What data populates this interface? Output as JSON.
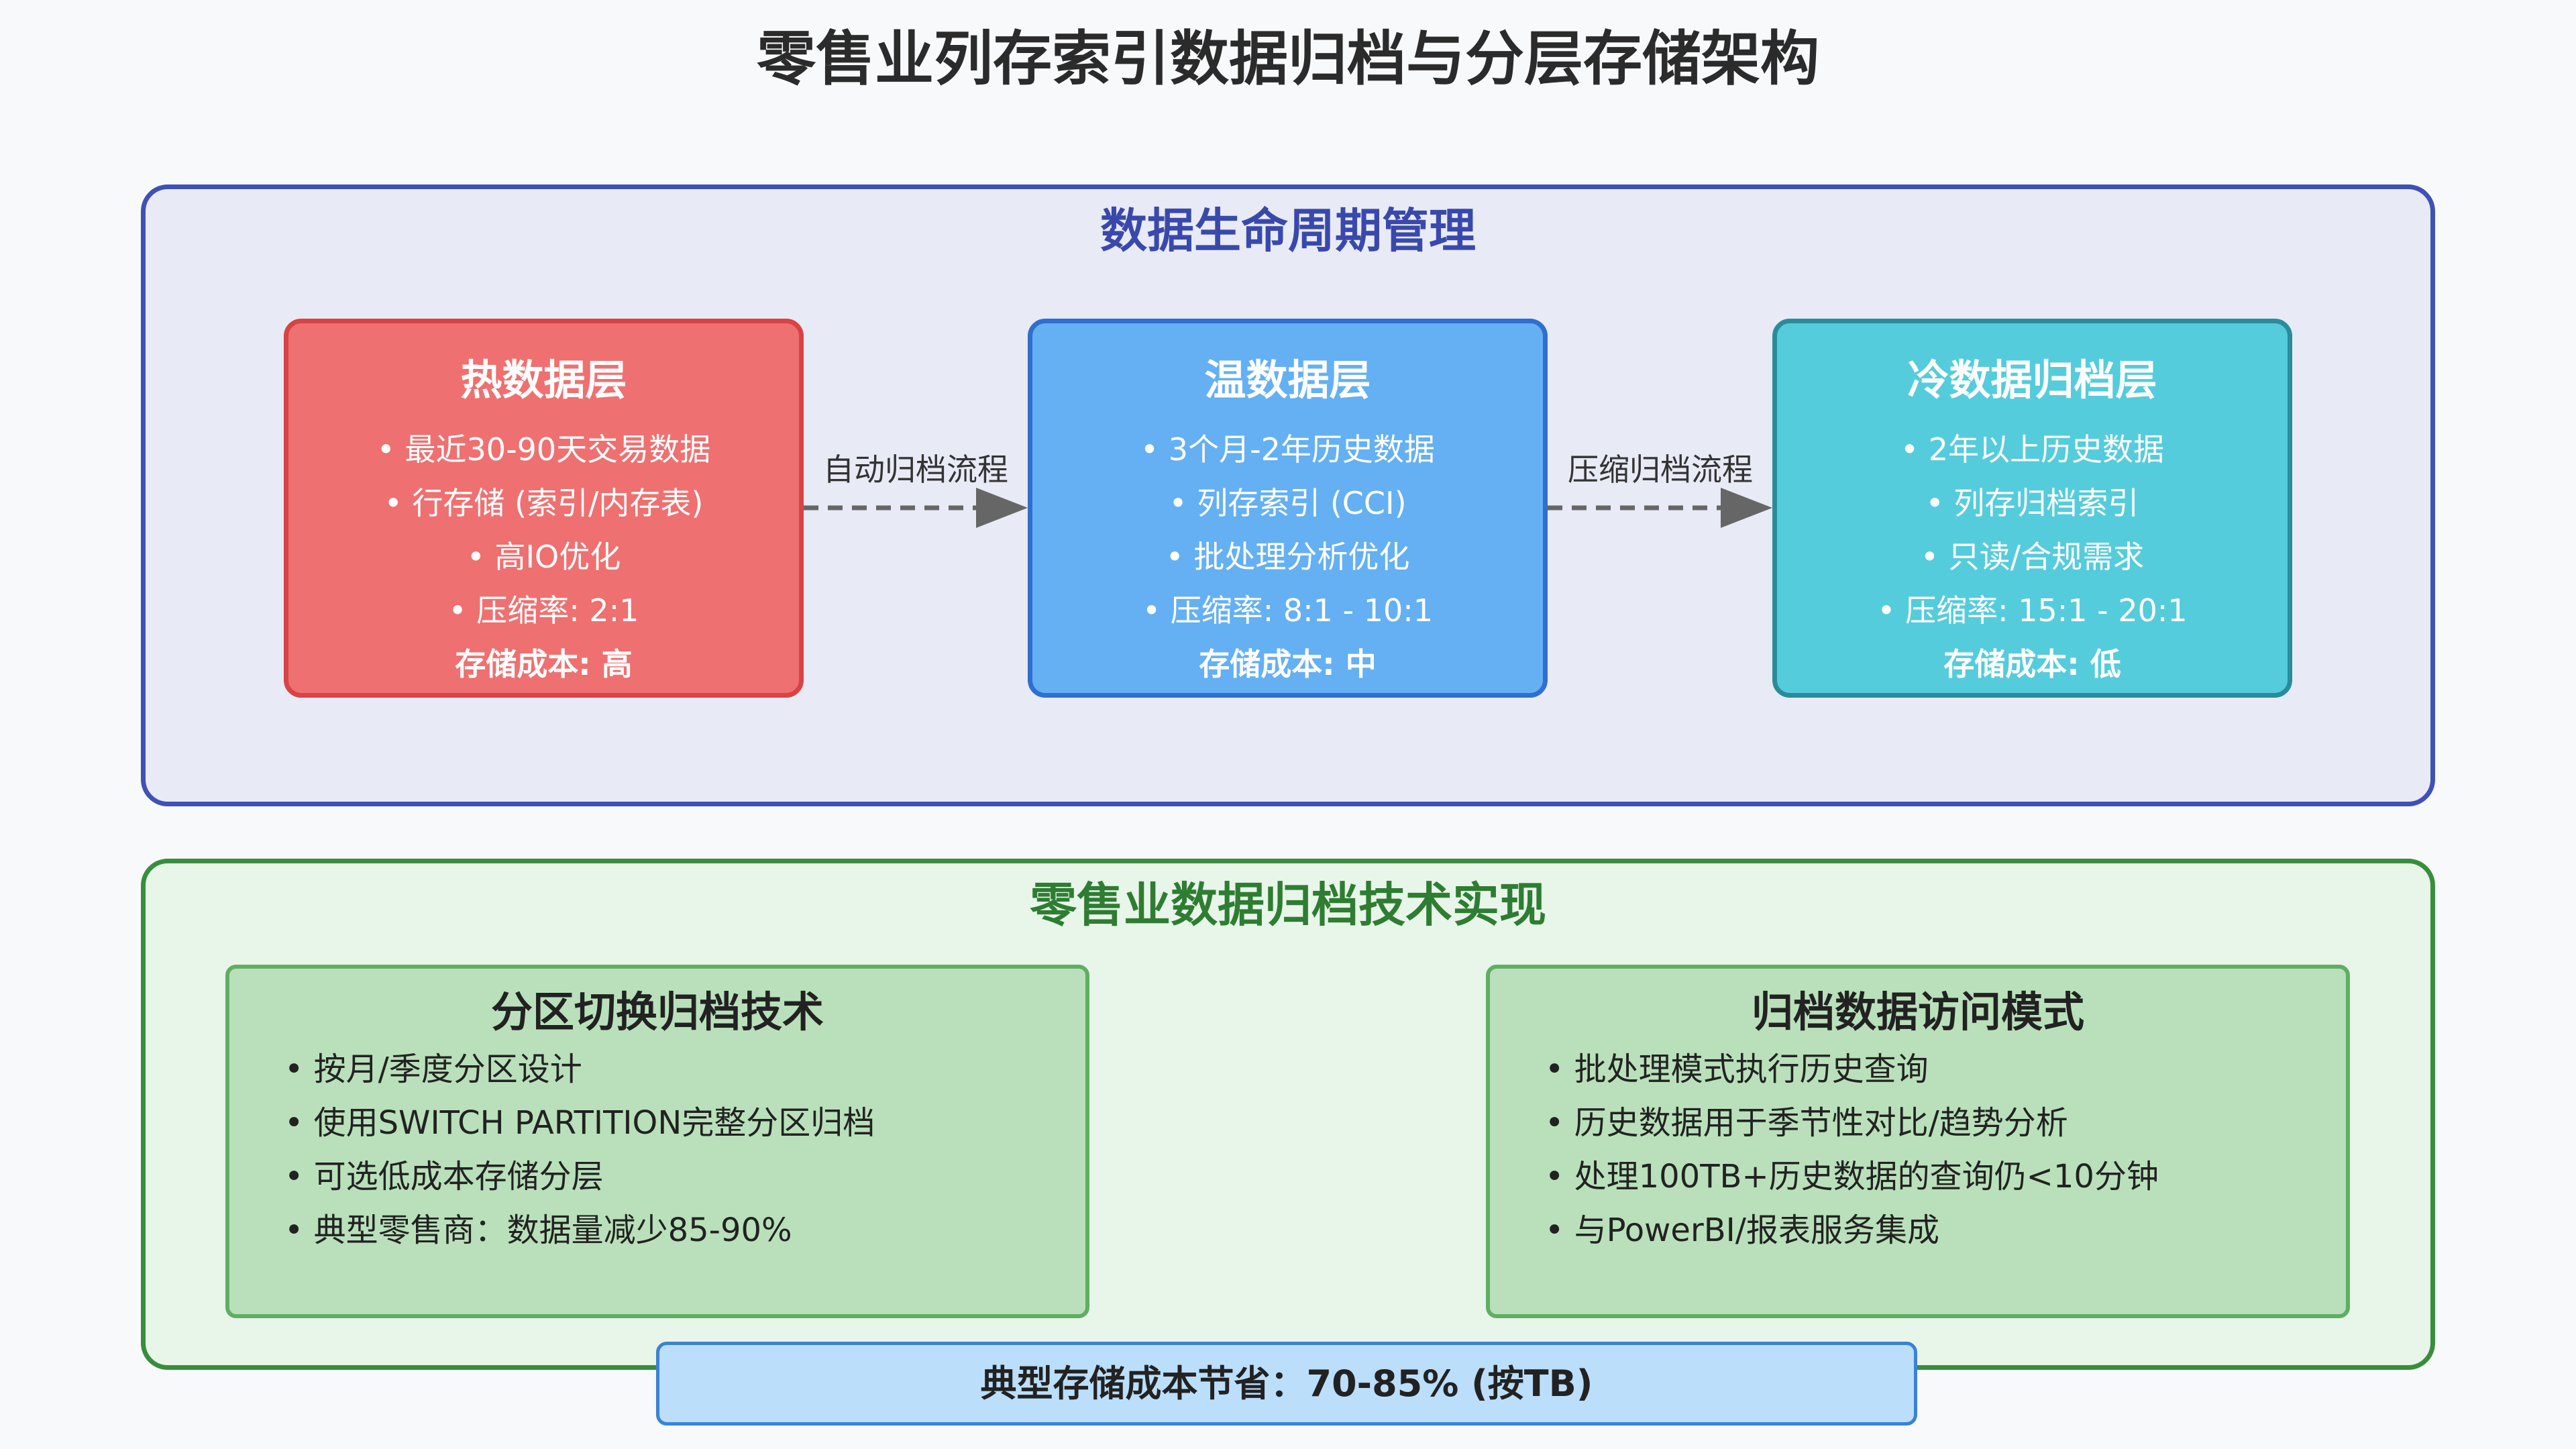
{
  "title": "零售业列存索引数据归档与分层存储架构",
  "lifecycle": {
    "title": "数据生命周期管理",
    "tiers": [
      {
        "title": "热数据层",
        "items": [
          "• 最近30-90天交易数据",
          "• 行存储 (索引/内存表)",
          "• 高IO优化",
          "• 压缩率: 2:1"
        ],
        "cost": "存储成本: 高"
      },
      {
        "title": "温数据层",
        "items": [
          "• 3个月-2年历史数据",
          "• 列存索引 (CCI)",
          "• 批处理分析优化",
          "• 压缩率: 8:1 - 10:1"
        ],
        "cost": "存储成本: 中"
      },
      {
        "title": "冷数据归档层",
        "items": [
          "• 2年以上历史数据",
          "• 列存归档索引",
          "• 只读/合规需求",
          "• 压缩率: 15:1 - 20:1"
        ],
        "cost": "存储成本: 低"
      }
    ],
    "flows": [
      "自动归档流程",
      "压缩归档流程"
    ]
  },
  "implementation": {
    "title": "零售业数据归档技术实现",
    "boxes": [
      {
        "title": "分区切换归档技术",
        "items": [
          "• 按月/季度分区设计",
          "• 使用SWITCH PARTITION完整分区归档",
          "• 可选低成本存储分层",
          "• 典型零售商：数据量减少85-90%"
        ]
      },
      {
        "title": "归档数据访问模式",
        "items": [
          "• 批处理模式执行历史查询",
          "• 历史数据用于季节性对比/趋势分析",
          "• 处理100TB+历史数据的查询仍<10分钟",
          "• 与PowerBI/报表服务集成"
        ]
      }
    ]
  },
  "savings": "典型存储成本节省：70-85% (按TB)"
}
